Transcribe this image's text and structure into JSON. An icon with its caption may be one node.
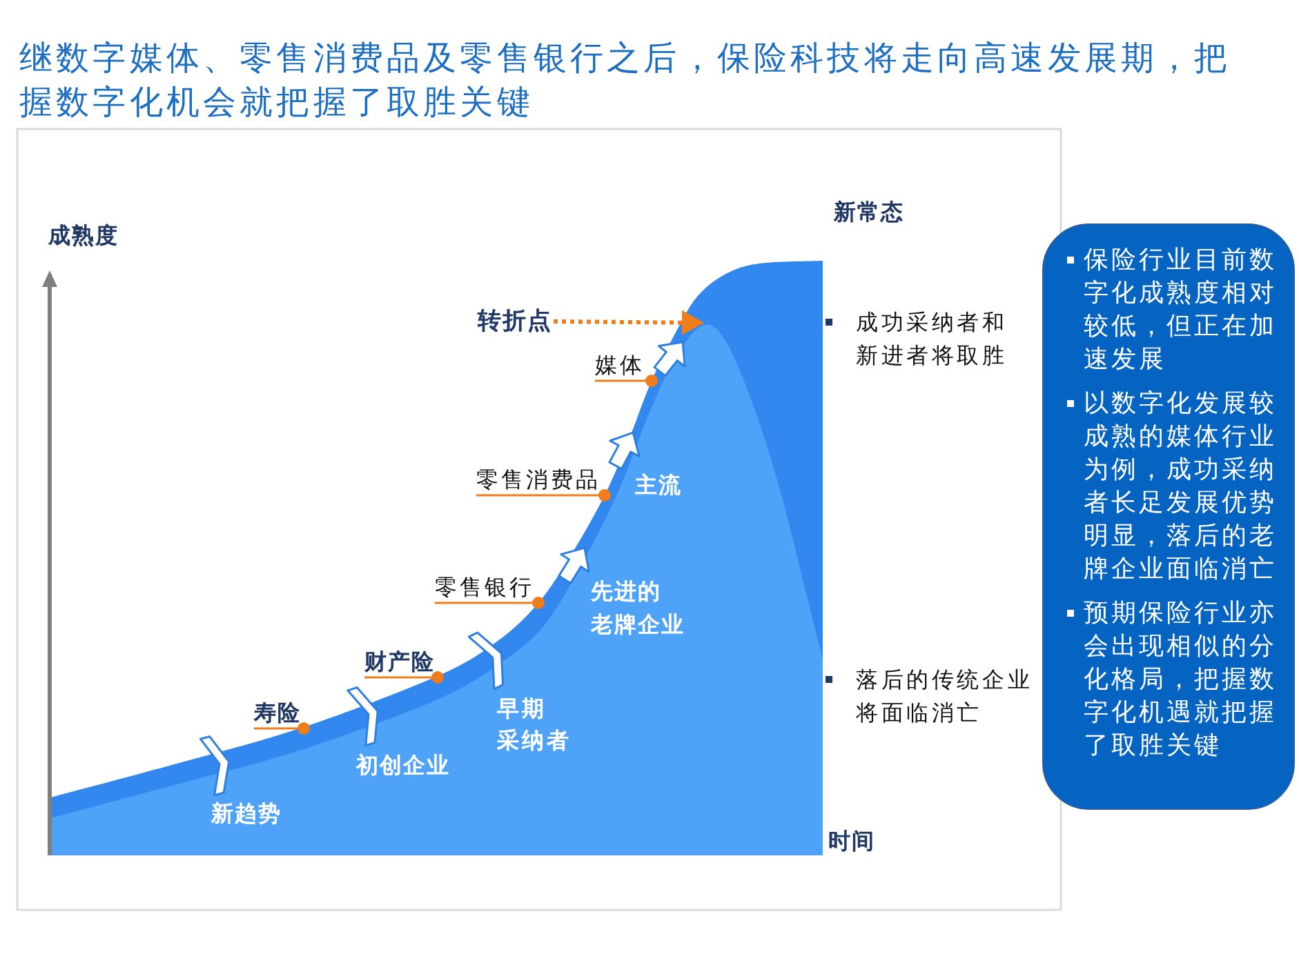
{
  "diagram": {
    "title": "继数字媒体、零售消费品及零售银行之后，保险科技将走向高速发展期，把握数字化机会就把握了取胜关键",
    "nodes": [
      {
        "text": [
          "转折点"
        ]
      },
      {
        "text": [
          "媒体"
        ]
      },
      {
        "text": [
          "零售消费品"
        ]
      },
      {
        "text": [
          "零售银行"
        ]
      },
      {
        "text": [
          "财产险"
        ]
      },
      {
        "text": [
          "寿险"
        ]
      },
      {
        "text": [
          "保险行业目前数字化成熟度相对较低，但正在加速发展",
          "以数字化发展较成熟的媒体行业为例，成功采纳者长足发展优势明显，落后的老牌企业面临消亡",
          "预期保险行业亦会出现相似的分化格局，把握数字化机遇就把握了取胜关键"
        ]
      }
    ],
    "edges": [
      {
        "from": 0,
        "to": null,
        "arrow": "to",
        "style": "dashed"
      },
      {
        "from": 1,
        "to": null,
        "arrow": "other"
      },
      {
        "from": 2,
        "to": null,
        "arrow": "other"
      },
      {
        "from": 3,
        "to": null,
        "arrow": "other"
      },
      {
        "from": 4,
        "to": null,
        "arrow": "other"
      },
      {
        "from": 5,
        "to": null,
        "arrow": "other"
      }
    ],
    "labels": [
      "成熟度",
      "新常态",
      "成功采纳者和新进者将取胜",
      "主流",
      "先进的老牌企业",
      "落后的传统企业将面临消亡",
      "早期采纳者",
      "初创企业",
      "新趋势",
      "时间"
    ]
  }
}
